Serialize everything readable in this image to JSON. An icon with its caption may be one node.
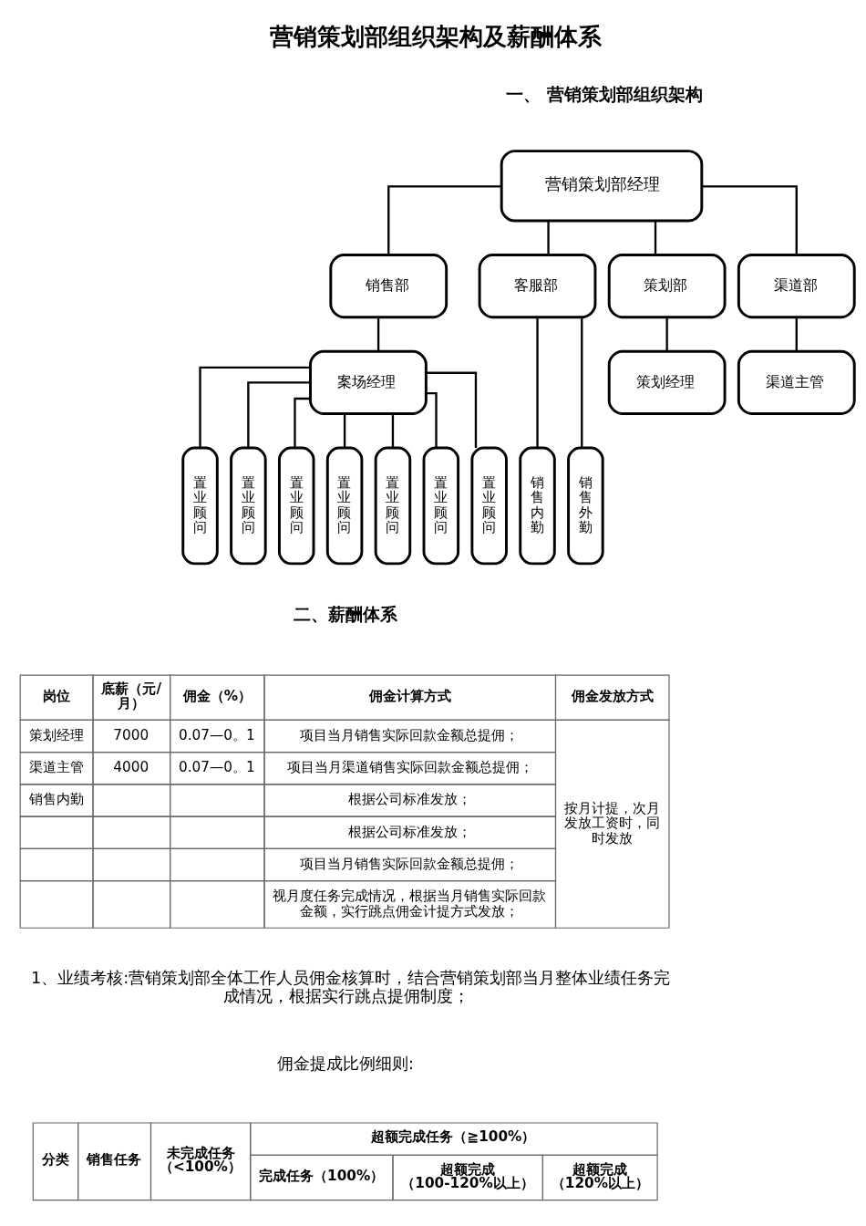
{
  "diagram": {
    "title": "营销策划部组织架构及薪酬体系",
    "nodes": [
      {
        "text": [
          "营销策划部经理"
        ]
      },
      {
        "text": [
          "销售部"
        ]
      },
      {
        "text": [
          "客服部"
        ]
      },
      {
        "text": [
          "策划部"
        ]
      },
      {
        "text": [
          "渠道部"
        ]
      },
      {
        "text": [
          "案场经理"
        ]
      },
      {
        "text": [
          "策划经理"
        ]
      },
      {
        "text": [
          "渠道主管"
        ]
      },
      {
        "text": [
          "置业顾问"
        ]
      },
      {
        "text": [
          "置业顾问"
        ]
      },
      {
        "text": [
          "置业顾问"
        ]
      },
      {
        "text": [
          "置业顾问"
        ]
      },
      {
        "text": [
          "置业顾问"
        ]
      },
      {
        "text": [
          "置业顾问"
        ]
      },
      {
        "text": [
          "置业顾问"
        ]
      },
      {
        "text": [
          "销售内勤"
        ]
      },
      {
        "text": [
          "销售外勤"
        ]
      }
    ],
    "edges": [
      {
        "from": 0,
        "to": 1,
        "arrow": "none"
      },
      {
        "from": 0,
        "to": 2,
        "arrow": "none"
      },
      {
        "from": 0,
        "to": 3,
        "arrow": "none"
      },
      {
        "from": 0,
        "to": 4,
        "arrow": "none"
      },
      {
        "from": 1,
        "to": 5,
        "arrow": "none"
      },
      {
        "from": 3,
        "to": 6,
        "arrow": "none"
      },
      {
        "from": 4,
        "to": 7,
        "arrow": "none"
      },
      {
        "from": 5,
        "to": 8,
        "arrow": "none"
      },
      {
        "from": 5,
        "to": 9,
        "arrow": "none"
      },
      {
        "from": 5,
        "to": 10,
        "arrow": "none"
      },
      {
        "from": 5,
        "to": 11,
        "arrow": "none"
      },
      {
        "from": 5,
        "to": 12,
        "arrow": "none"
      },
      {
        "from": 5,
        "to": 13,
        "arrow": "none"
      },
      {
        "from": 5,
        "to": 14,
        "arrow": "none"
      },
      {
        "from": 2,
        "to": 15,
        "arrow": "none"
      },
      {
        "from": 2,
        "to": 16,
        "arrow": "none"
      }
    ],
    "labels": [
      "一、 营销策划部组织架构",
      "二、薪酬体系",
      "岗位",
      "底薪（元/月）",
      "佣金（%）",
      "佣金计算方式",
      "佣金发放方式",
      "策划经理",
      "7000",
      "0.07—0。1",
      "项目当月销售实际回款金额总提佣；",
      "按月计提，次月发放工资时，同时发放",
      "渠道主管",
      "4000",
      "0.07—0。1",
      "项目当月渠道销售实际回款金额总提佣；",
      "销售内勤",
      "根据公司标准发放；",
      "根据公司标准发放；",
      "项目当月销售实际回款金额总提佣；",
      "视月度任务完成情况，根据当月销售实际回款金额，实行跳点佣金计提方式发放；",
      "1、业绩考核:营销策划部全体工作人员佣金核算时，结合营销策划部当月整体业绩任务完成情况，根据实行跳点提佣制度；",
      "佣金提成比例细则:",
      "分类",
      "销售任务",
      "未完成任务（<100%）",
      "超额完成任务（≧100%）",
      "完成任务（100%）",
      "超额完成（100-120%以上）",
      "超额完成（120%以上）"
    ]
  }
}
